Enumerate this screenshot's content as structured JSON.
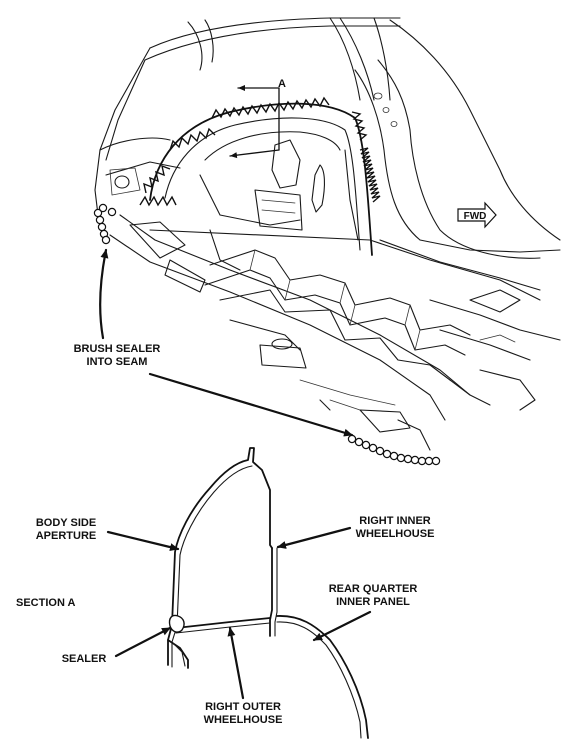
{
  "labels": {
    "section_marker": "A",
    "fwd": "FWD",
    "brush_sealer": [
      "BRUSH SEALER",
      "INTO SEAM"
    ],
    "body_side_aperture": [
      "BODY SIDE",
      "APERTURE"
    ],
    "right_inner_wheelhouse": [
      "RIGHT INNER",
      "WHEELHOUSE"
    ],
    "rear_quarter_inner_panel": [
      "REAR QUARTER",
      "INNER PANEL"
    ],
    "section_a": "SECTION A",
    "sealer": "SEALER",
    "right_outer_wheelhouse": [
      "RIGHT OUTER",
      "WHEELHOUSE"
    ]
  },
  "colors": {
    "ink": "#111111",
    "paper": "#ffffff"
  },
  "icons": {
    "fwd_arrow": "fwd-arrow-icon"
  }
}
